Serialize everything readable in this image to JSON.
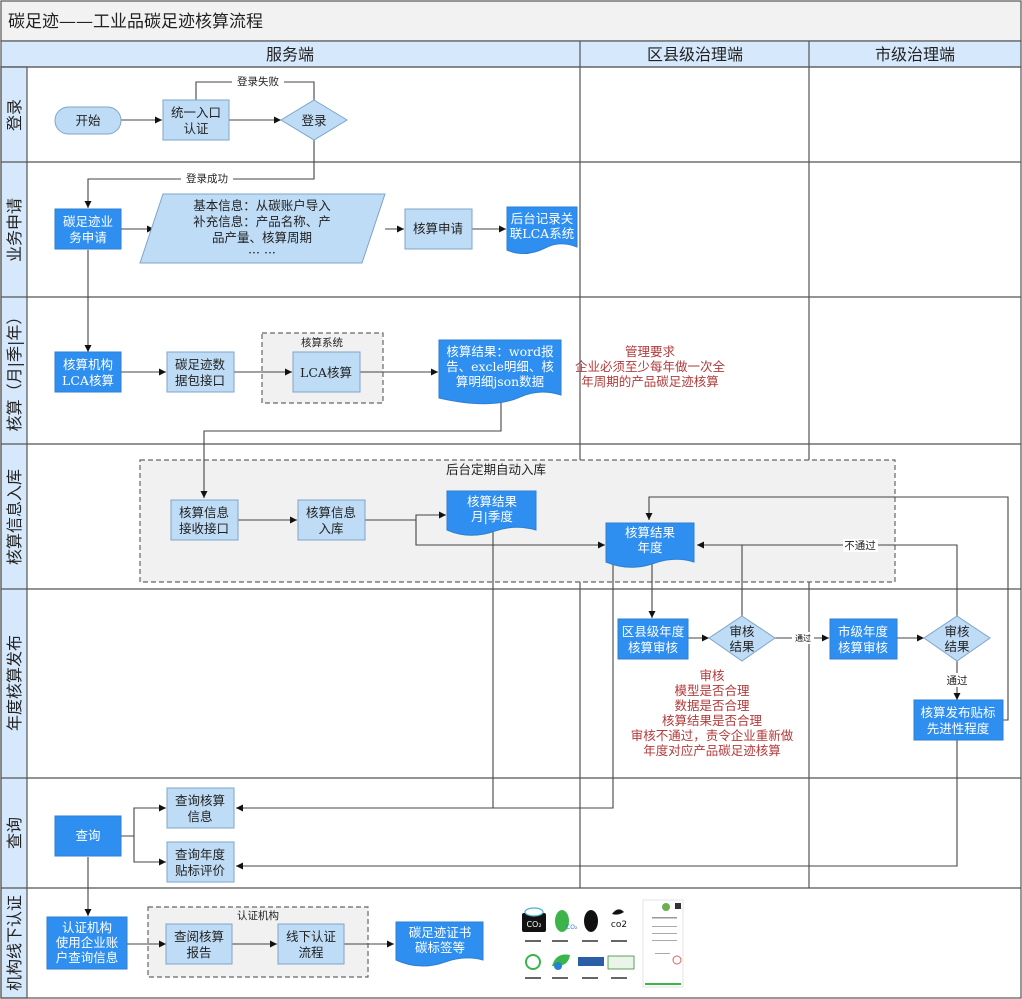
{
  "title": "碳足迹——工业品碳足迹核算流程",
  "columns": [
    {
      "id": "service",
      "label": "服务端"
    },
    {
      "id": "district",
      "label": "区县级治理端"
    },
    {
      "id": "city",
      "label": "市级治理端"
    }
  ],
  "lanes": [
    {
      "id": "login",
      "label": "登录"
    },
    {
      "id": "apply",
      "label": "业务申请"
    },
    {
      "id": "calc",
      "label": "核算（月|季|年）"
    },
    {
      "id": "store",
      "label": "核算信息入库"
    },
    {
      "id": "annual",
      "label": "年度核算发布"
    },
    {
      "id": "query",
      "label": "查询"
    },
    {
      "id": "cert",
      "label": "机构线下认证"
    }
  ],
  "groups": {
    "calc_system": "核算系统",
    "auto_store": "后台定期自动入库",
    "cert_agency": "认证机构"
  },
  "nodes": {
    "start": [
      "开始"
    ],
    "unified_auth": [
      "统一入口",
      "认证"
    ],
    "login_decision": [
      "登录"
    ],
    "business_apply": [
      "碳足迹业",
      "务申请"
    ],
    "apply_info": [
      "基本信息：从碳账户导入",
      "补充信息：产品名称、产",
      "品产量、核算周期",
      "··· ···"
    ],
    "calc_apply": [
      "核算申请"
    ],
    "backend_record": [
      "后台记录关",
      "联LCA系统"
    ],
    "agency_lca": [
      "核算机构",
      "LCA核算"
    ],
    "data_interface": [
      "碳足迹数",
      "据包接口"
    ],
    "lca_calc": [
      "LCA核算"
    ],
    "calc_result": [
      "核算结果：word报",
      "告、excle明细、核",
      "算明细json数据"
    ],
    "recv_interface": [
      "核算信息",
      "接收接口"
    ],
    "store_info": [
      "核算信息",
      "入库"
    ],
    "result_monthly": [
      "核算结果",
      "月|季度"
    ],
    "result_annual": [
      "核算结果",
      "年度"
    ],
    "district_review": [
      "区县级年度",
      "核算审核"
    ],
    "district_decision": [
      "审核",
      "结果"
    ],
    "city_review": [
      "市级年度",
      "核算审核"
    ],
    "city_decision": [
      "审核",
      "结果"
    ],
    "publish_label": [
      "核算发布贴标",
      "先进性程度"
    ],
    "query": [
      "查询"
    ],
    "query_calc": [
      "查询核算",
      "信息"
    ],
    "query_annual": [
      "查询年度",
      "贴标评价"
    ],
    "cert_agency_query": [
      "认证机构",
      "使用企业账",
      "户查询信息"
    ],
    "review_report": [
      "查阅核算",
      "报告"
    ],
    "offline_cert": [
      "线下认证",
      "流程"
    ],
    "certificate": [
      "碳足迹证书",
      "碳标签等"
    ]
  },
  "edge_labels": {
    "login_fail": "登录失败",
    "login_success": "登录成功",
    "pass": "通过",
    "pass_city": "通过",
    "not_pass": "不通过"
  },
  "notes": {
    "management": [
      "管理要求",
      "企业必须至少每年做一次全",
      "年周期的产品碳足迹核算"
    ],
    "review": [
      "审核",
      "模型是否合理",
      "数据是否合理",
      "核算结果是否合理",
      "审核不通过，责令企业重新做",
      "年度对应产品碳足迹核算"
    ]
  },
  "label_images": {
    "icons": [
      "co2-weight-label",
      "co2-footprint-green-label",
      "footprint-black-label",
      "co2-carbon-label",
      "co2-circle-label",
      "co2-leaf-label",
      "co2-reduction-label",
      "carbon-banner-label"
    ],
    "certificate": "certificate-document"
  },
  "colors": {
    "light_box": "#bfdcf6",
    "dark_box": "#2e8ff0",
    "header": "#d6e8fb",
    "note": "#b33a3a"
  }
}
